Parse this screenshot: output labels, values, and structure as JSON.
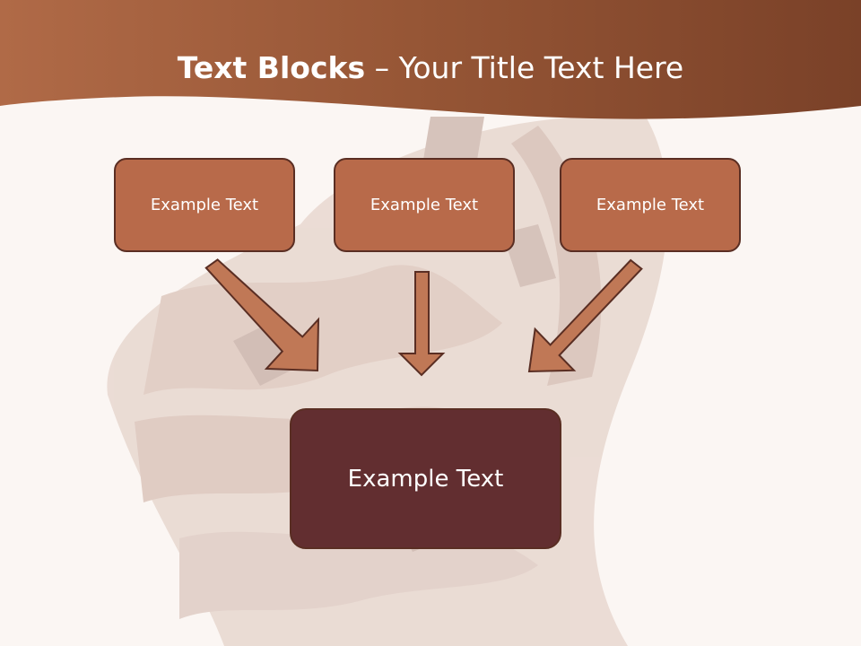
{
  "slide": {
    "title_bold": "Text Blocks",
    "title_dash": "–",
    "title_rest": "Your Title Text Here",
    "boxes": [
      {
        "label": "Example Text"
      },
      {
        "label": "Example Text"
      },
      {
        "label": "Example Text"
      }
    ],
    "target_box": {
      "label": "Example Text"
    }
  },
  "colors": {
    "banner": "#9c5a39",
    "box_fill": "#b86a4a",
    "box_border": "#5a2e23",
    "target_fill": "#622e30",
    "arrow_fill": "#c07856",
    "arrow_stroke": "#5a2e23",
    "background": "#fbf6f3"
  }
}
